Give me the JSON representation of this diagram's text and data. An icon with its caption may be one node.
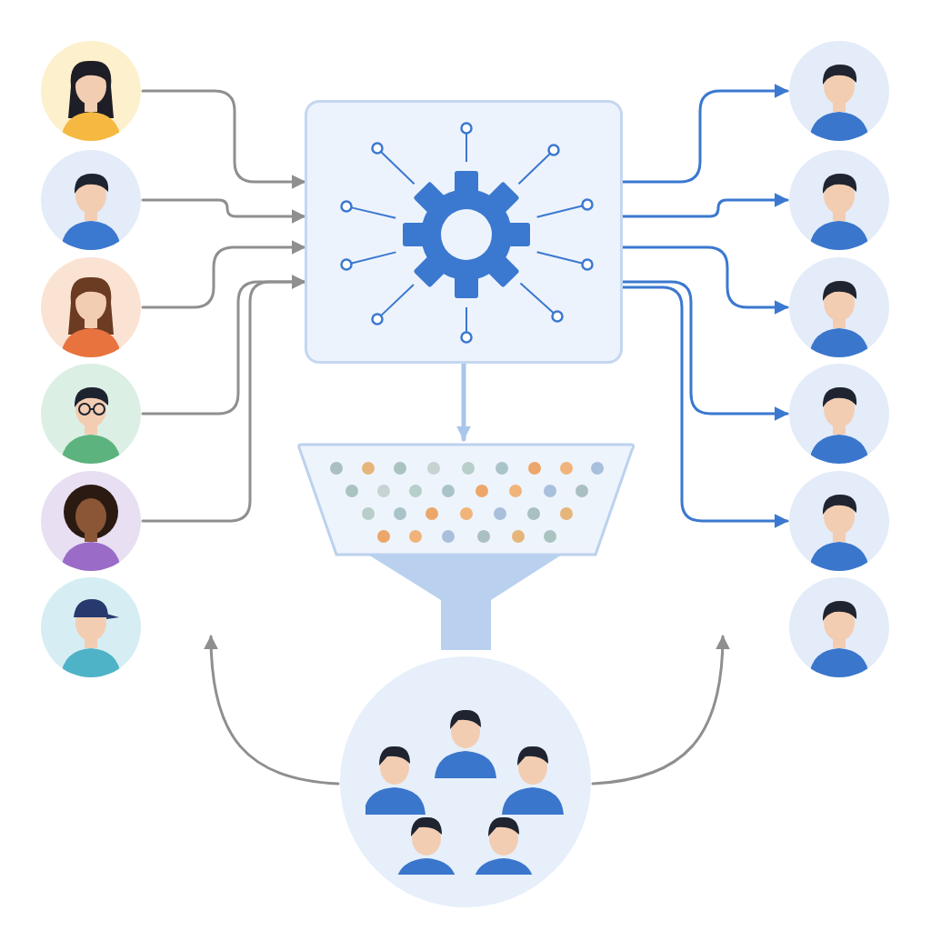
{
  "diagram": {
    "nodes": [
      {
        "text": [],
        "shape": "person"
      },
      {
        "text": [],
        "shape": "person"
      },
      {
        "text": [],
        "shape": "person"
      },
      {
        "text": [],
        "shape": "person"
      },
      {
        "text": [],
        "shape": "person"
      },
      {
        "text": [],
        "shape": "person"
      },
      {
        "text": [],
        "shape": "box"
      },
      {
        "text": [],
        "shape": "funnel"
      },
      {
        "text": [],
        "shape": "circle"
      },
      {
        "text": [],
        "shape": "person"
      },
      {
        "text": [],
        "shape": "person"
      },
      {
        "text": [],
        "shape": "person"
      },
      {
        "text": [],
        "shape": "person"
      },
      {
        "text": [],
        "shape": "person"
      },
      {
        "text": [],
        "shape": "person"
      }
    ],
    "edges": [
      {
        "from": 0,
        "to": 6,
        "arrow": "to"
      },
      {
        "from": 1,
        "to": 6,
        "arrow": "to"
      },
      {
        "from": 2,
        "to": 6,
        "arrow": "to"
      },
      {
        "from": 3,
        "to": 6,
        "arrow": "to"
      },
      {
        "from": 4,
        "to": 6,
        "arrow": "to"
      },
      {
        "from": 6,
        "to": 9,
        "arrow": "to",
        "color": "#3b78d0"
      },
      {
        "from": 6,
        "to": 10,
        "arrow": "to",
        "color": "#3b78d0"
      },
      {
        "from": 6,
        "to": 11,
        "arrow": "to",
        "color": "#3b78d0"
      },
      {
        "from": 6,
        "to": 12,
        "arrow": "to",
        "color": "#3b78d0"
      },
      {
        "from": 6,
        "to": 13,
        "arrow": "to",
        "color": "#3b78d0"
      },
      {
        "from": 6,
        "to": 7,
        "arrow": "to",
        "color": "#a9c6ec"
      },
      {
        "from": 8,
        "to": null,
        "arrow": "to"
      },
      {
        "from": 8,
        "to": null,
        "arrow": "to"
      }
    ]
  }
}
